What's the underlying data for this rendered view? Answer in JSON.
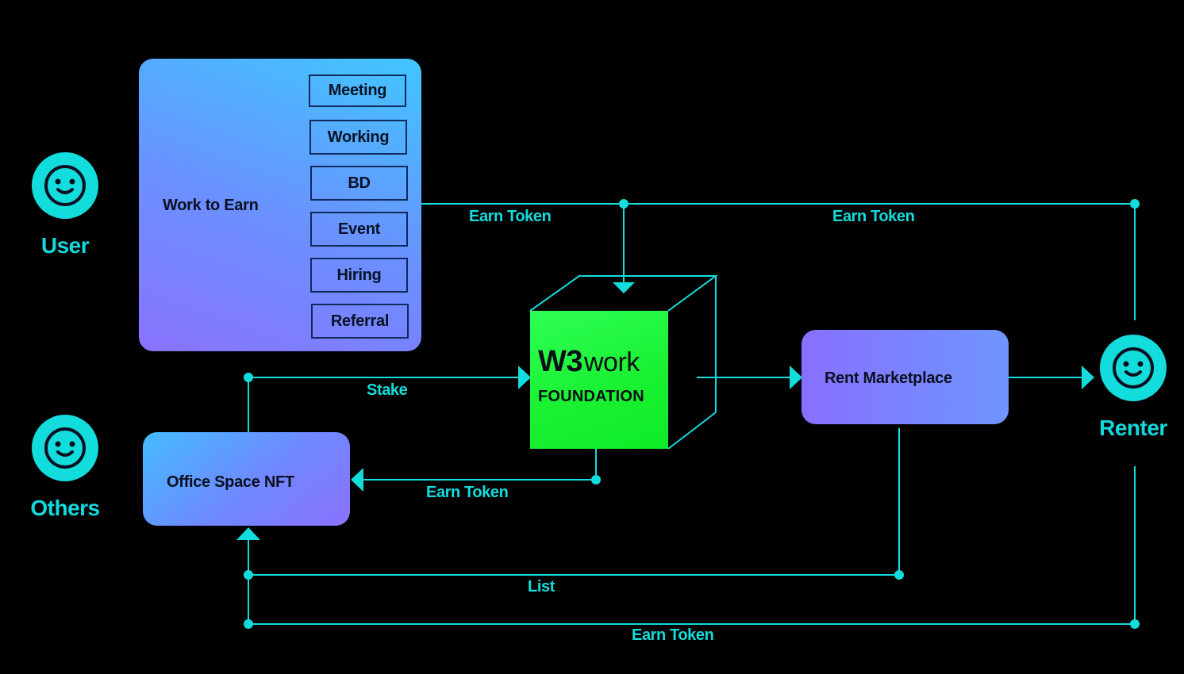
{
  "actors": {
    "user": "User",
    "others": "Others",
    "renter": "Renter"
  },
  "work_to_earn": {
    "title": "Work to Earn",
    "activities": [
      "Meeting",
      "Working",
      "BD",
      "Event",
      "Hiring",
      "Referral"
    ]
  },
  "foundation": {
    "brand_bold": "W3",
    "brand_light": "work",
    "subtitle": "FOUNDATION"
  },
  "rent_marketplace": {
    "title": "Rent Marketplace"
  },
  "office_space_nft": {
    "title": "Office Space NFT"
  },
  "edges": {
    "earn_token_top_left": "Earn Token",
    "earn_token_top_right": "Earn Token",
    "stake": "Stake",
    "earn_token_to_nft": "Earn Token",
    "list": "List",
    "earn_token_bottom": "Earn Token"
  },
  "colors": {
    "background": "#000000",
    "connector": "#13dcdc",
    "foundation": "#18f030",
    "panel_blue": "#45bbff",
    "panel_purple": "#8a73ff"
  },
  "icons": {
    "actor": "smiley-icon"
  }
}
